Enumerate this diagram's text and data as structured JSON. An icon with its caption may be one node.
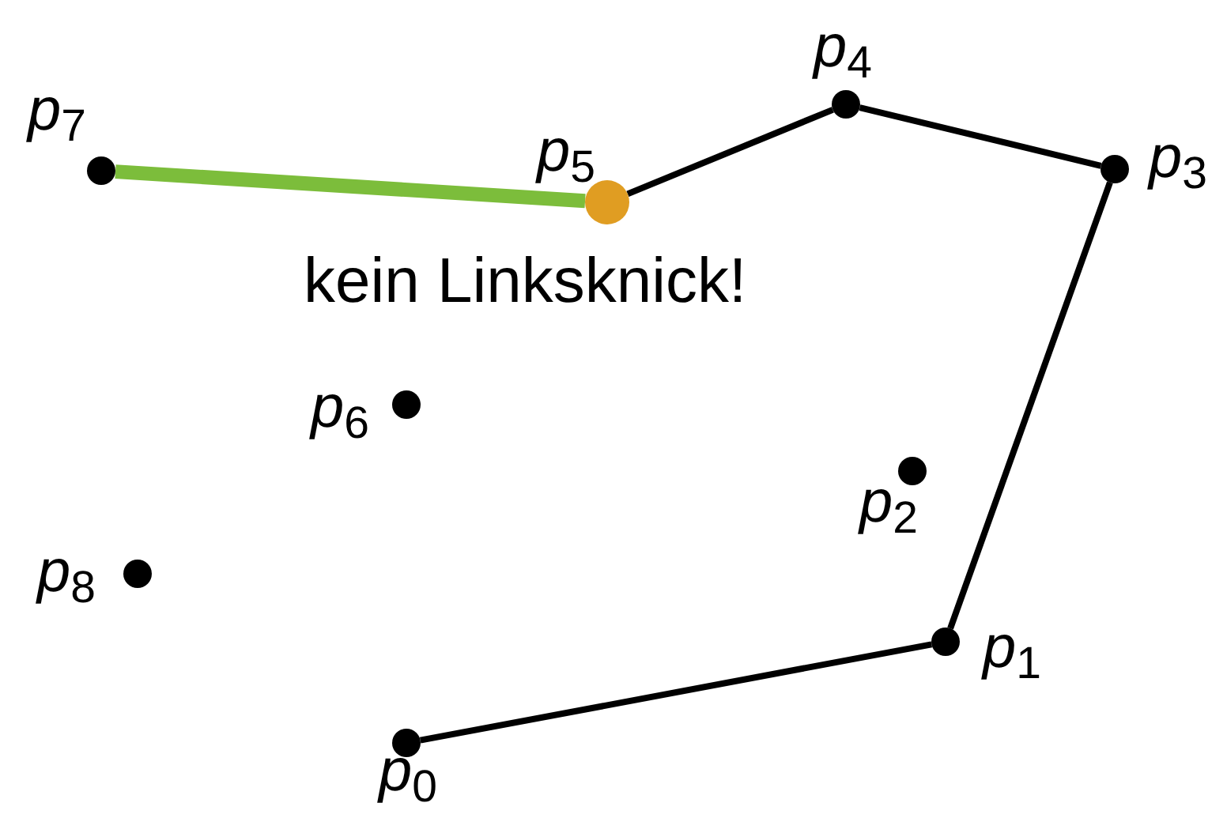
{
  "diagram": {
    "nodes": [
      {
        "text": [],
        "shape": "circle",
        "beside": [
          "*p*$_{0}$"
        ]
      },
      {
        "text": [],
        "shape": "circle",
        "beside": [
          "*p*$_{1}$"
        ]
      },
      {
        "text": [],
        "shape": "circle",
        "beside": [
          "*p*$_{2}$"
        ]
      },
      {
        "text": [],
        "shape": "circle",
        "beside": [
          "*p*$_{3}$"
        ]
      },
      {
        "text": [],
        "shape": "circle",
        "beside": [
          "*p*$_{4}$"
        ]
      },
      {
        "text": [],
        "shape": "circle",
        "beside": [
          "*p*$_{5}$"
        ]
      },
      {
        "text": [],
        "shape": "circle",
        "beside": [
          "*p*$_{6}$"
        ]
      },
      {
        "text": [],
        "shape": "circle",
        "beside": [
          "*p*$_{7}$"
        ]
      },
      {
        "text": [],
        "shape": "circle",
        "beside": [
          "*p*$_{8}$"
        ]
      }
    ],
    "edges": [
      {
        "from": 0,
        "to": 1,
        "arrow": "none"
      },
      {
        "from": 1,
        "to": 3,
        "arrow": "none"
      },
      {
        "from": 3,
        "to": 4,
        "arrow": "none"
      },
      {
        "from": 4,
        "to": 5,
        "arrow": "none"
      },
      {
        "from": 5,
        "to": 7,
        "arrow": "none",
        "style": "thick",
        "color": "#7cbd3b"
      }
    ],
    "labels": [
      "kein Linksknick!"
    ]
  }
}
